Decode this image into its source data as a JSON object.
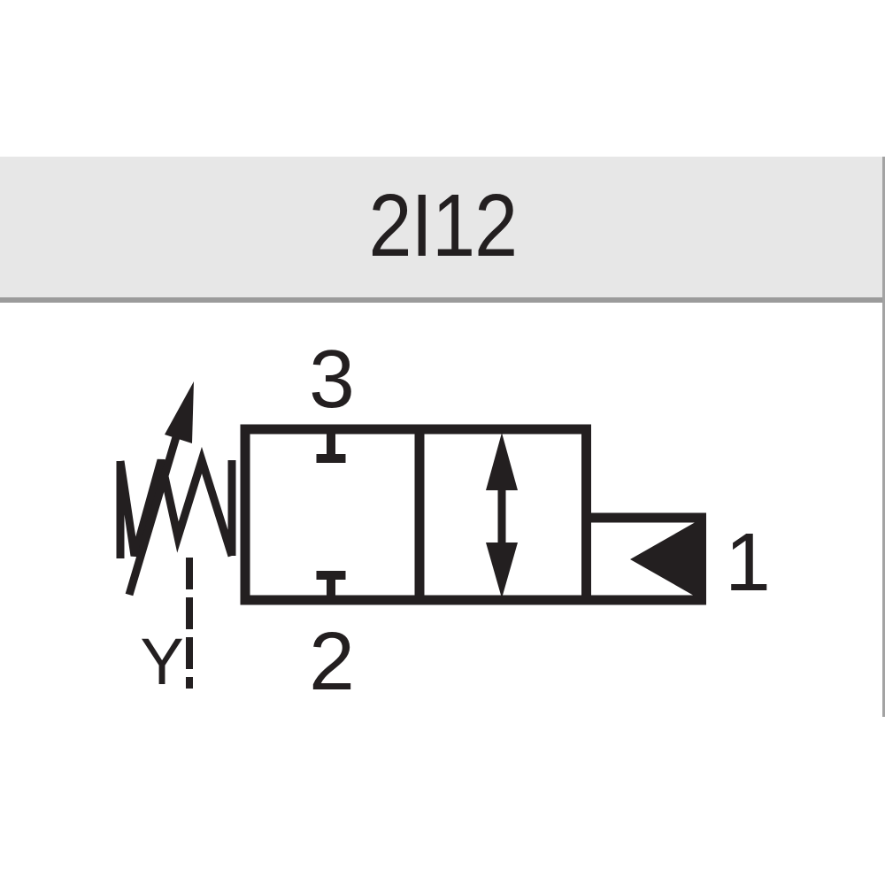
{
  "header": {
    "title": "2I12"
  },
  "schematic": {
    "port_top_label": "3",
    "port_bottom_label": "2",
    "port_right_label": "1",
    "pilot_drain_label": "Y"
  },
  "colors": {
    "ink": "#231f20",
    "header_bg": "#e7e7e7",
    "header_border": "#9b9b9b",
    "frame_line": "#a3a3a3"
  }
}
